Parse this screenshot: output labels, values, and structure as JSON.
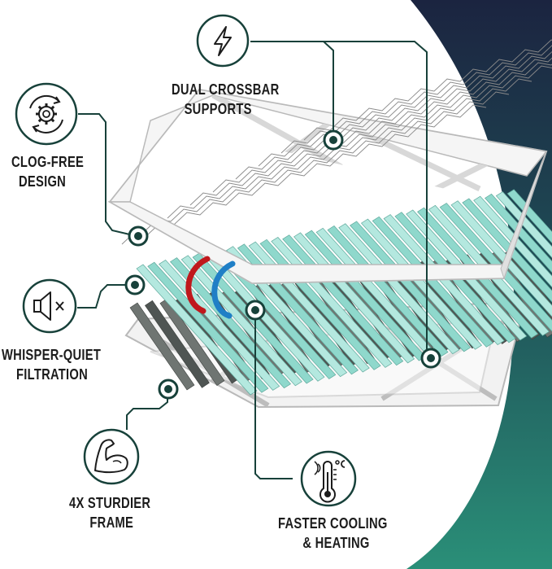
{
  "features": [
    {
      "id": "dual-crossbar",
      "icon": "lightning-bolt-icon",
      "lines": [
        "DUAL CROSSBAR",
        "SUPPORTS"
      ]
    },
    {
      "id": "clog-free",
      "icon": "gear-arrows-icon",
      "lines": [
        "CLOG-FREE",
        "DESIGN"
      ]
    },
    {
      "id": "whisper-quiet",
      "icon": "speaker-muted-icon",
      "lines": [
        "WHISPER-QUIET",
        "FILTRATION"
      ]
    },
    {
      "id": "sturdier-frame",
      "icon": "flexed-arm-icon",
      "lines": [
        "4X STURDIER",
        "FRAME"
      ]
    },
    {
      "id": "faster-cooling",
      "icon": "thermometer-icon",
      "lines": [
        "FASTER COOLING",
        "& HEATING"
      ]
    }
  ],
  "colors": {
    "navy": "#1b2440",
    "teal": "#2a8f78",
    "ring": "#17413a",
    "media": "#8fd8cc",
    "media_dark": "#5fa99c",
    "grey_media": "#6f7572",
    "frame": "#f4f4f4",
    "frame_edge": "#b9b9b9",
    "mesh": "#8a8a8a",
    "hot": "#c0181c",
    "cold": "#1f7fc6"
  }
}
